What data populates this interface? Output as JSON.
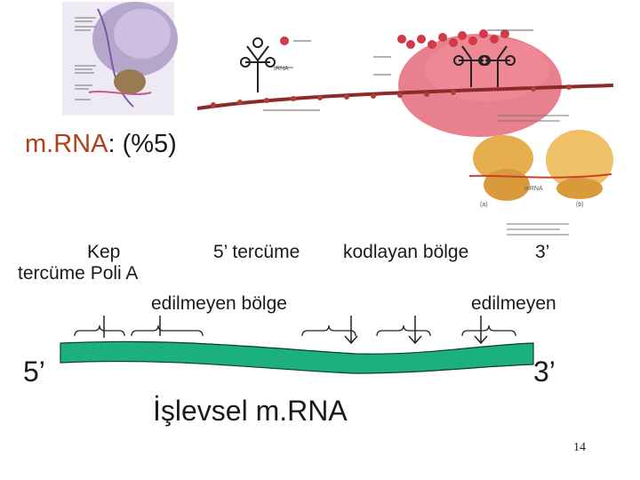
{
  "slide": {
    "title_main": "m.RNA",
    "title_rest": ": (%5)",
    "page_number": "14"
  },
  "labels": {
    "kep": "Kep",
    "five_prime_untranslated_1": "5’ tercüme",
    "coding_region": "kodlayan bölge",
    "three_prime_label": "3’",
    "untranslated_poly_a": "tercüme Poli A",
    "five_prime_untranslated_2": "edilmeyen bölge",
    "untranslated_3": "edilmeyen"
  },
  "diagram": {
    "end_5": "5’",
    "end_3": "3’",
    "caption": "İşlevsel m.RNA",
    "strand_color": "#1db07f"
  },
  "figure_text": {
    "trna_label": "tRNA",
    "ribosome_panel": "(a)",
    "ribosome_panel_b": "(b)",
    "mrna_small": "mRNA"
  }
}
